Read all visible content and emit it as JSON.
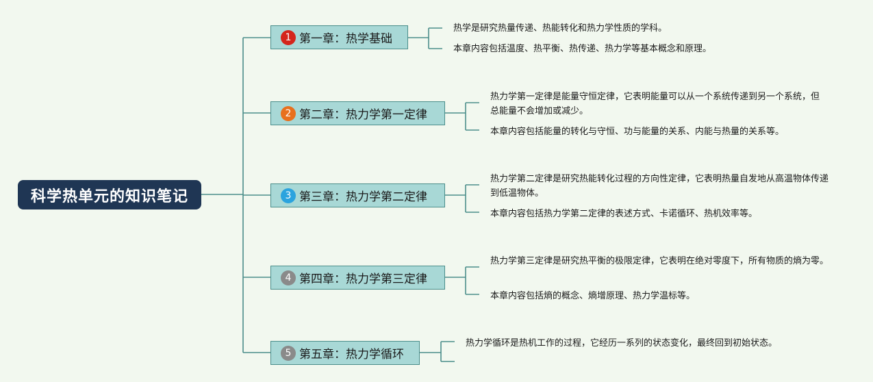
{
  "root": {
    "label": "科学热单元的知识笔记"
  },
  "chapters": [
    {
      "number": "1",
      "badge_color": "#d4261c",
      "title": "第一章：热学基础",
      "notes": [
        "热学是研究热量传递、热能转化和热力学性质的学科。",
        "本章内容包括温度、热平衡、热传递、热力学等基本概念和原理。"
      ]
    },
    {
      "number": "2",
      "badge_color": "#e8701e",
      "title": "第二章：热力学第一定律",
      "notes": [
        "热力学第一定律是能量守恒定律，它表明能量可以从一个系统传递到另一个系统，但总能量不会增加或减少。",
        "本章内容包括能量的转化与守恒、功与能量的关系、内能与热量的关系等。"
      ]
    },
    {
      "number": "3",
      "badge_color": "#2ba3de",
      "title": "第三章：热力学第二定律",
      "notes": [
        "热力学第二定律是研究热能转化过程的方向性定律，它表明热量自发地从高温物体传递到低温物体。",
        "本章内容包括热力学第二定律的表述方式、卡诺循环、热机效率等。"
      ]
    },
    {
      "number": "4",
      "badge_color": "#8a8a8a",
      "title": "第四章：热力学第三定律",
      "notes": [
        "热力学第三定律是研究热平衡的极限定律，它表明在绝对零度下，所有物质的熵为零。",
        "本章内容包括熵的概念、熵增原理、热力学温标等。"
      ]
    },
    {
      "number": "5",
      "badge_color": "#8a8a8a",
      "title": "第五章：热力学循环",
      "notes": [
        "热力学循环是热机工作的过程，它经历一系列的状态变化，最终回到初始状态。",
        ""
      ]
    }
  ],
  "colors": {
    "background": "#f2f8ef",
    "root_fill": "#1f3654",
    "chapter_fill": "#a8d8d6",
    "line": "#4a8d8a"
  }
}
